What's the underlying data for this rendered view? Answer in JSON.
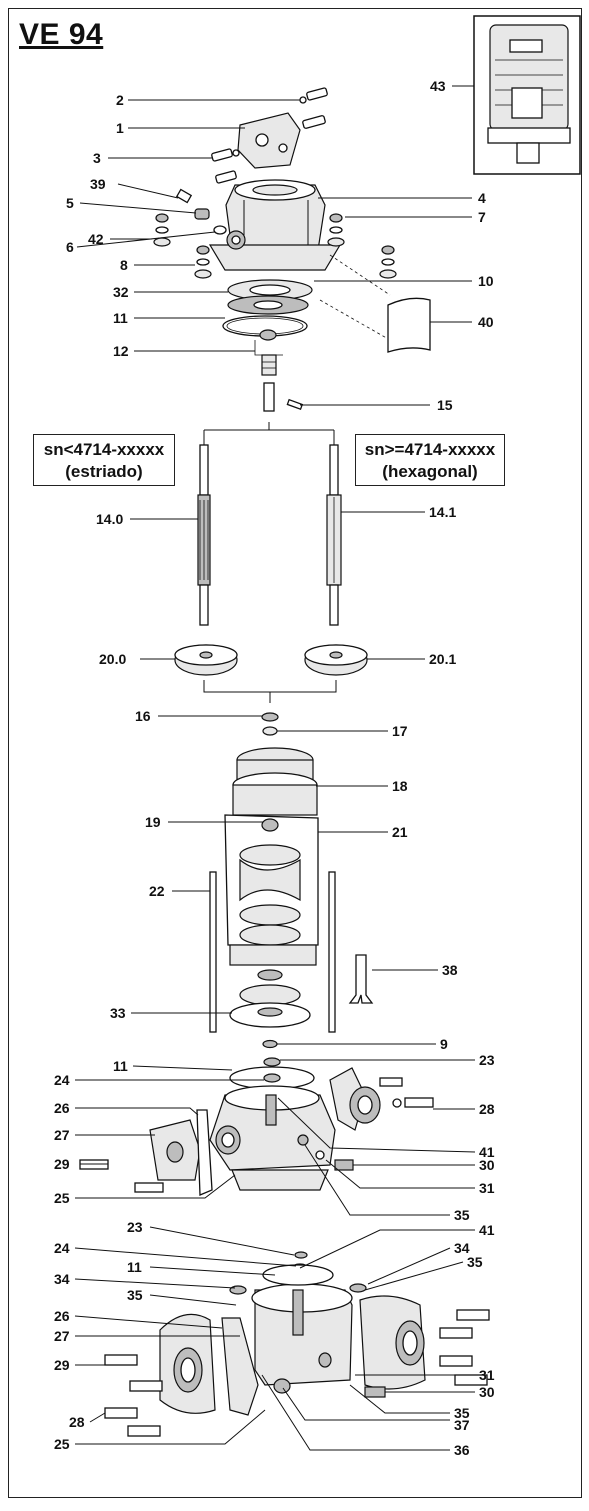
{
  "title": "VE 94",
  "variants": {
    "left": {
      "line1": "sn<4714-xxxxx",
      "line2": "(estriado)"
    },
    "right": {
      "line1": "sn>=4714-xxxxx",
      "line2": "(hexagonal)"
    }
  },
  "callouts": [
    "2",
    "1",
    "3",
    "39",
    "5",
    "6",
    "42",
    "4",
    "7",
    "8",
    "32",
    "10",
    "11",
    "12",
    "40",
    "43",
    "15",
    "14.0",
    "14.1",
    "20.0",
    "20.1",
    "16",
    "17",
    "18",
    "19",
    "21",
    "22",
    "38",
    "33",
    "9",
    "11",
    "23",
    "24",
    "26",
    "27",
    "29",
    "25",
    "28",
    "41",
    "30",
    "31",
    "35",
    "23",
    "41",
    "24",
    "11",
    "34",
    "34",
    "35",
    "35",
    "26",
    "27",
    "29",
    "28",
    "25",
    "31",
    "30",
    "35",
    "37",
    "36"
  ]
}
